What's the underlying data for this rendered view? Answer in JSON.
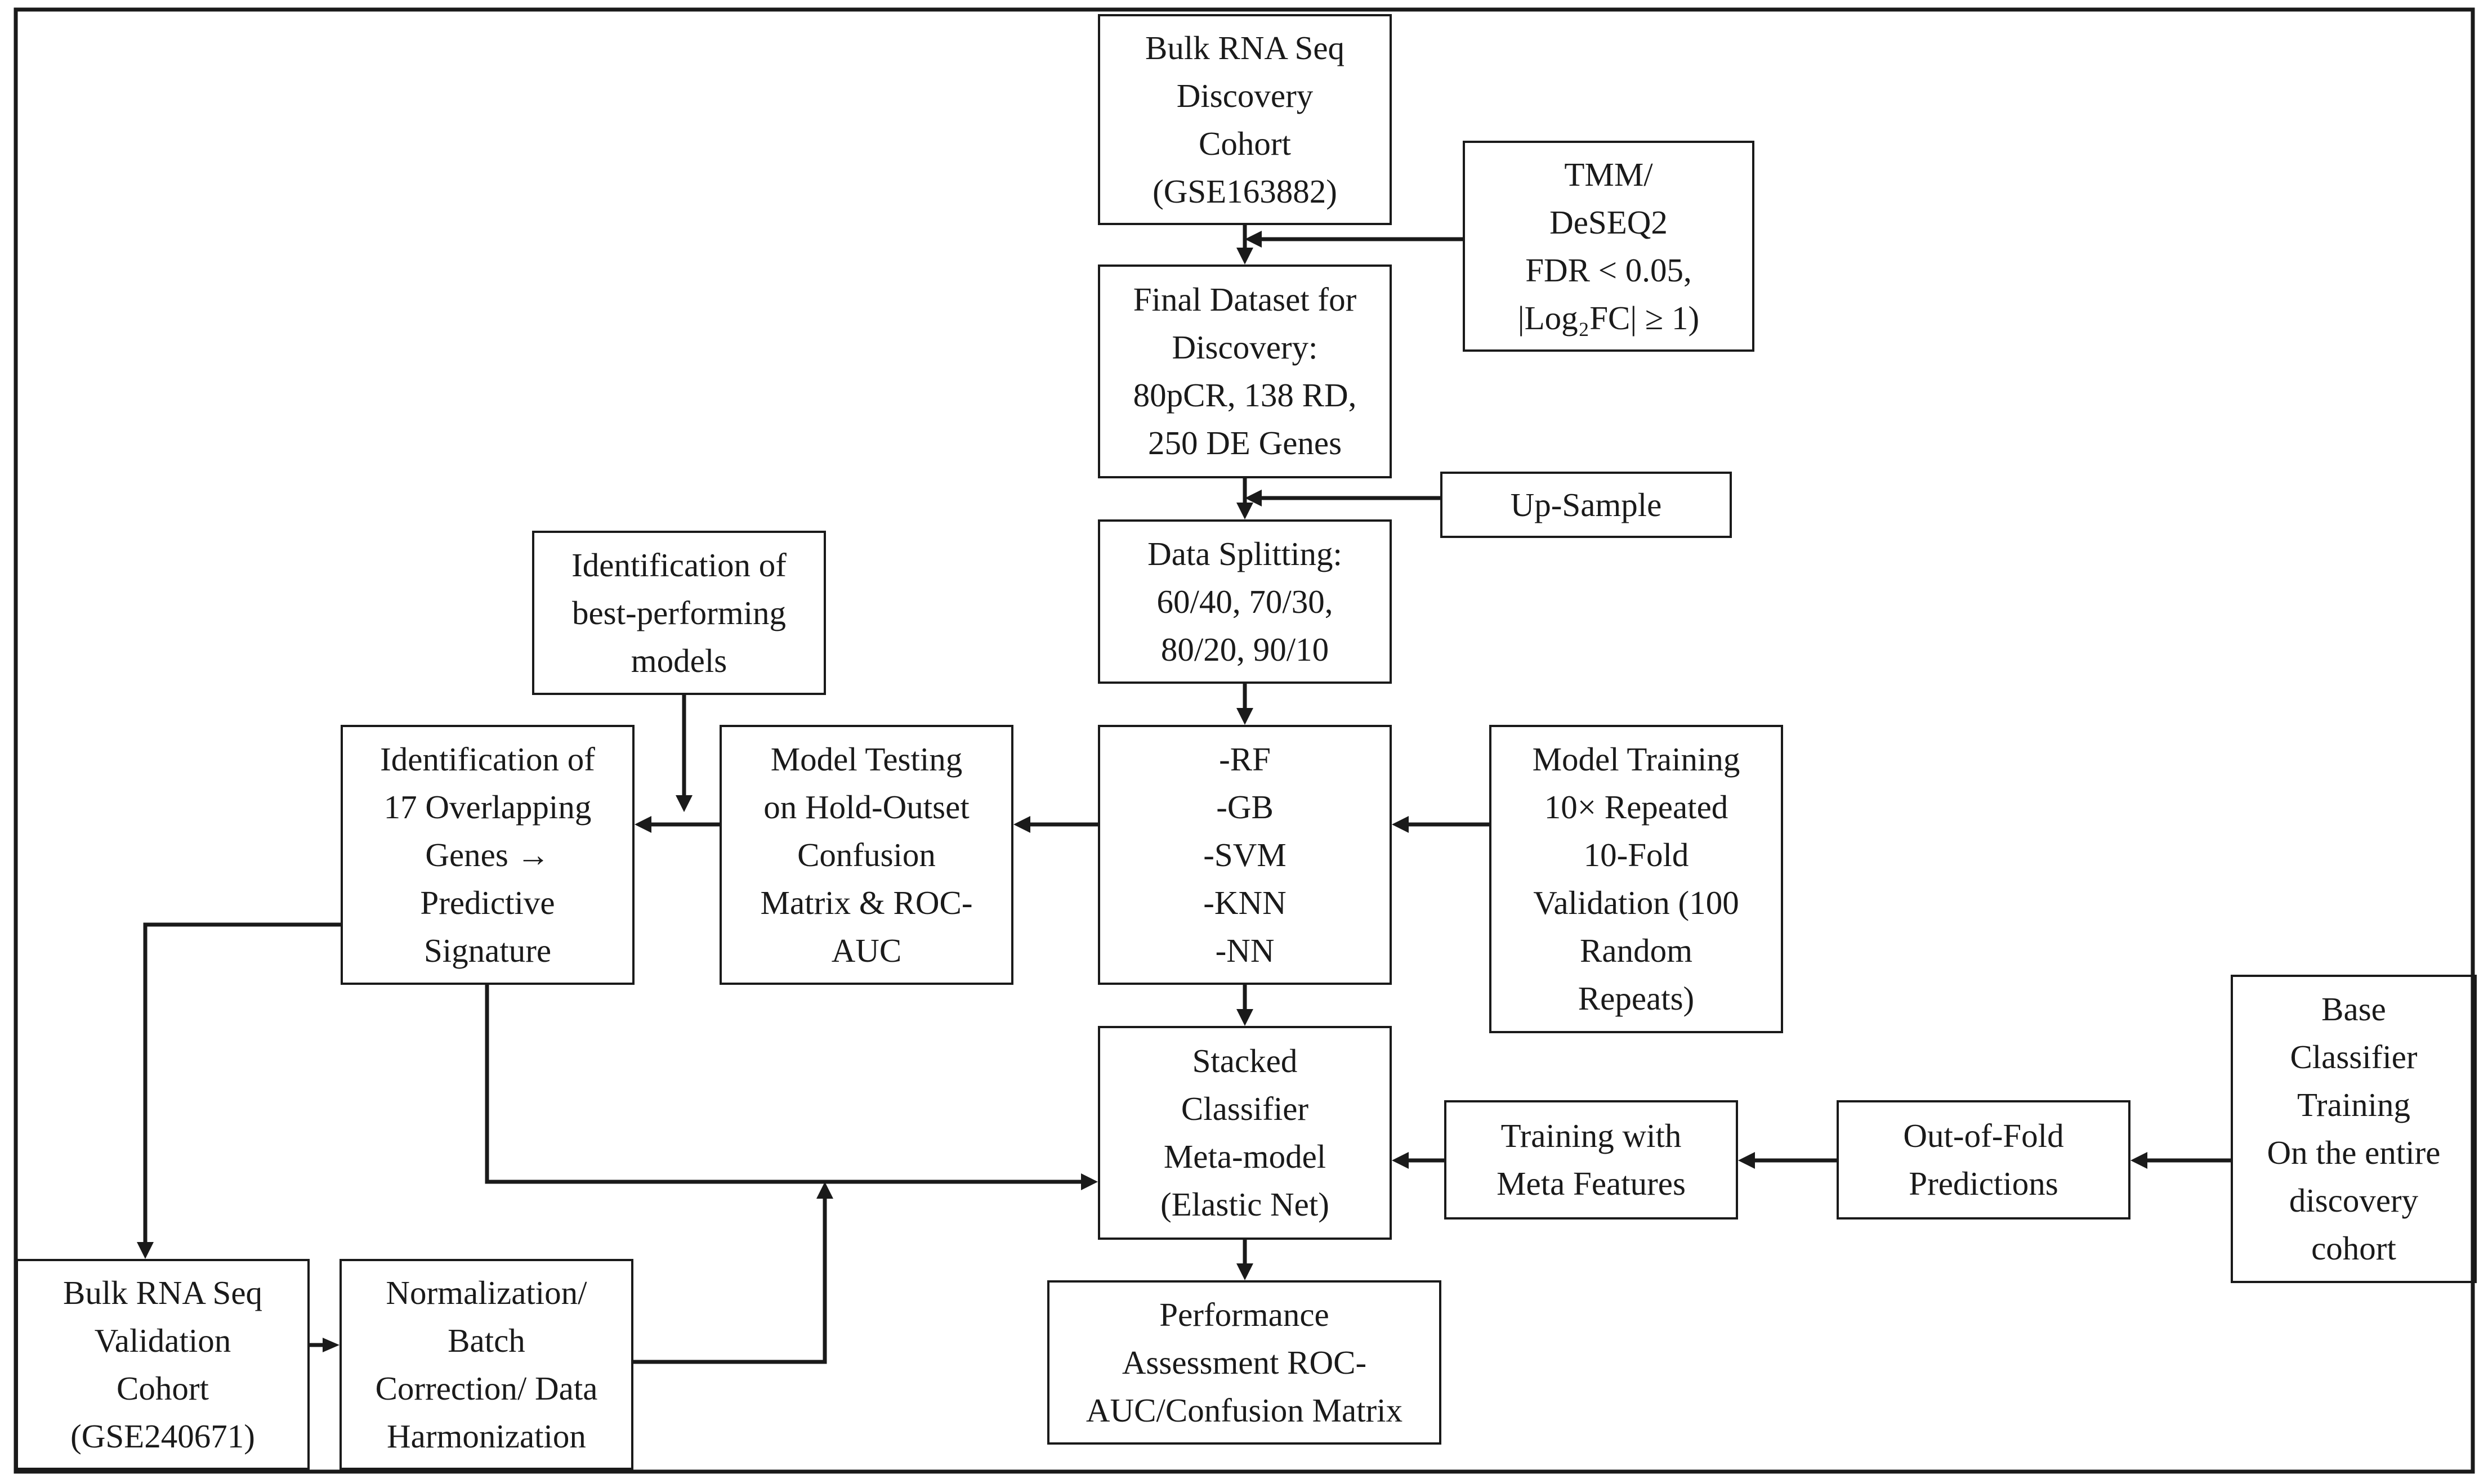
{
  "boxes": {
    "discovery": [
      "Bulk RNA Seq",
      "Discovery",
      "Cohort",
      "(GSE163882)"
    ],
    "tmm": [
      "TMM/",
      "DeSEQ2",
      "FDR < 0.05,",
      "|Log₂FC| ≥ 1)"
    ],
    "final": [
      "Final Dataset for",
      "Discovery:",
      "80pCR, 138 RD,",
      "250 DE Genes"
    ],
    "upsample": [
      "Up-Sample"
    ],
    "splitting": [
      "Data Splitting:",
      "60/40, 70/30,",
      "80/20, 90/10"
    ],
    "best": [
      "Identification of",
      "best-performing",
      "models"
    ],
    "overlap": [
      "Identification of",
      "17 Overlapping",
      "Genes →",
      "Predictive",
      "Signature"
    ],
    "testing": [
      "Model Testing",
      "on Hold-Outset",
      "Confusion",
      "Matrix & ROC-",
      "AUC"
    ],
    "models": [
      "-RF",
      "-GB",
      "-SVM",
      "-KNN",
      "-NN"
    ],
    "training": [
      "Model Training",
      "10× Repeated",
      "10-Fold",
      "Validation (100",
      "Random",
      "Repeats)"
    ],
    "stacked": [
      "Stacked",
      "Classifier",
      "Meta-model",
      "(Elastic Net)"
    ],
    "meta": [
      "Training with",
      "Meta Features"
    ],
    "oof": [
      "Out-of-Fold",
      "Predictions"
    ],
    "base": [
      "Base",
      "Classifier",
      "Training",
      "On the entire",
      "discovery",
      "cohort"
    ],
    "validation": [
      "Bulk RNA Seq",
      "Validation",
      "Cohort",
      "(GSE240671)"
    ],
    "normalization": [
      "Normalization/",
      "Batch",
      "Correction/ Data",
      "Harmonization"
    ],
    "performance": [
      "Performance",
      "Assessment ROC-",
      "AUC/Confusion Matrix"
    ]
  }
}
